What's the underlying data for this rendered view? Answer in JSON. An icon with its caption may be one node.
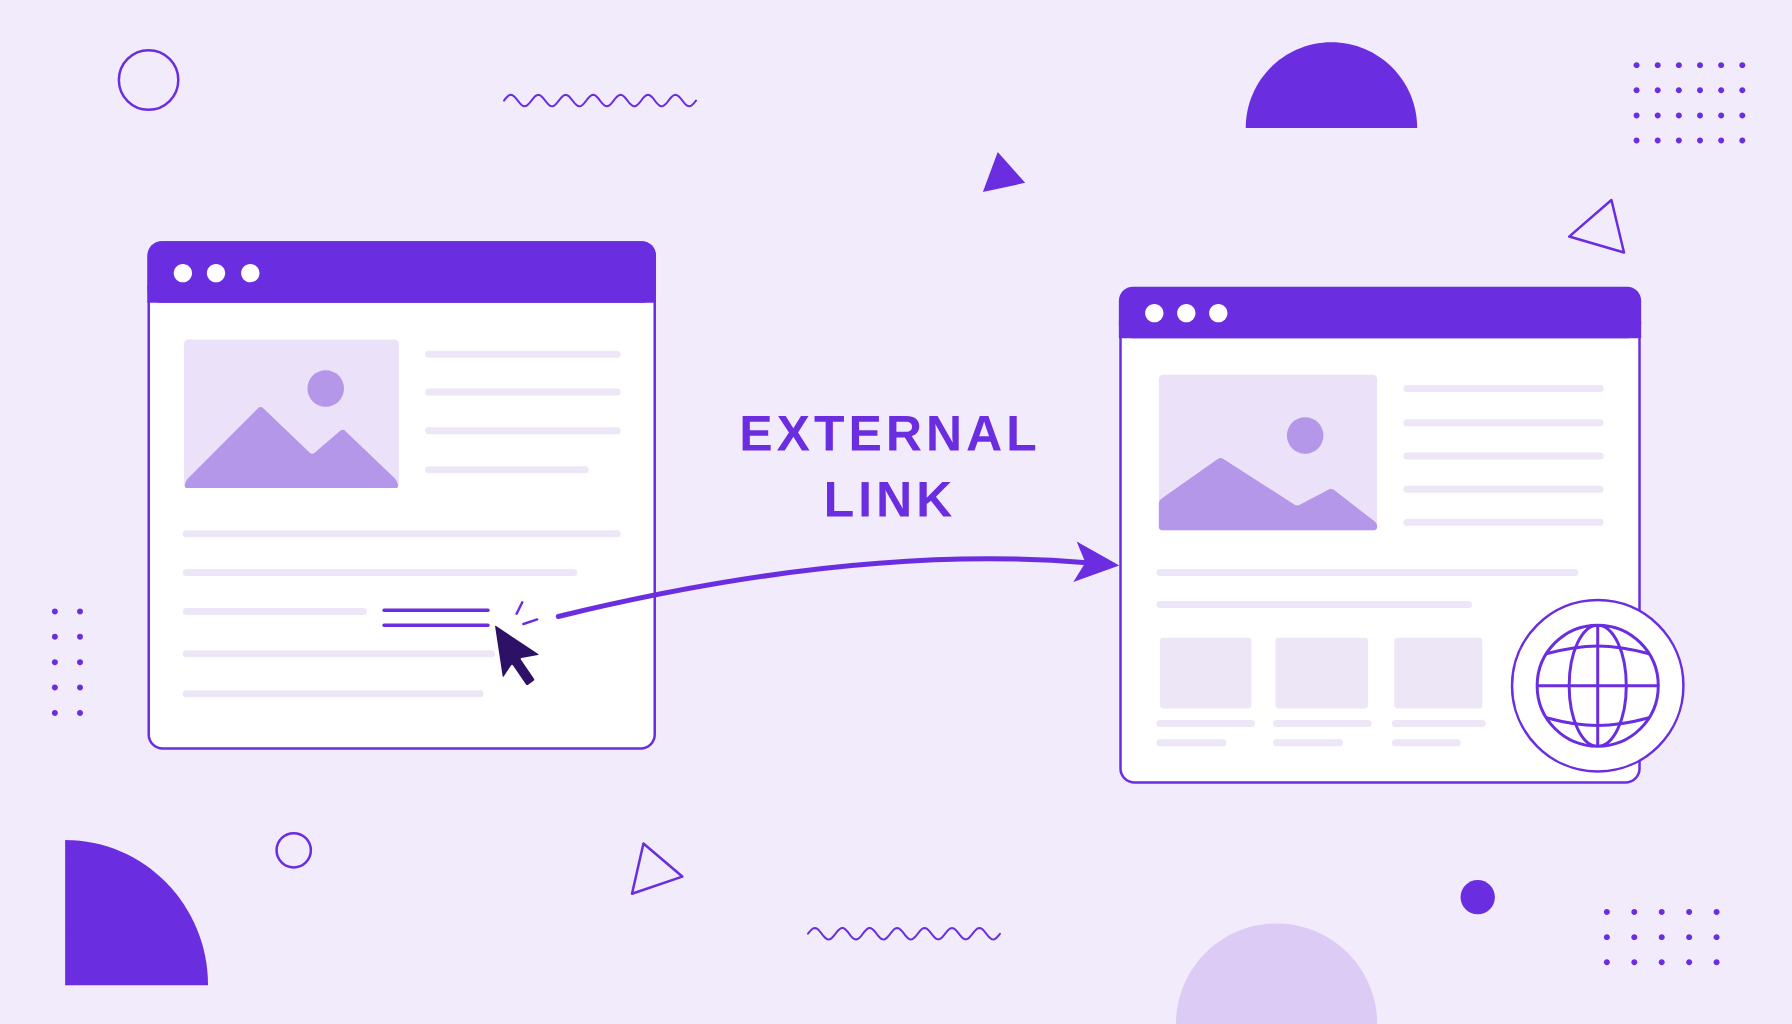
{
  "diagram": {
    "nodes": [
      {
        "text": [],
        "shape": "box"
      },
      {
        "text": [],
        "shape": "cursor",
        "in": 0
      },
      {
        "text": [],
        "shape": "box"
      }
    ],
    "edges": [
      {
        "from": 1,
        "to": 2,
        "arrow": "to",
        "label": "EXTERNAL LINK"
      }
    ]
  }
}
